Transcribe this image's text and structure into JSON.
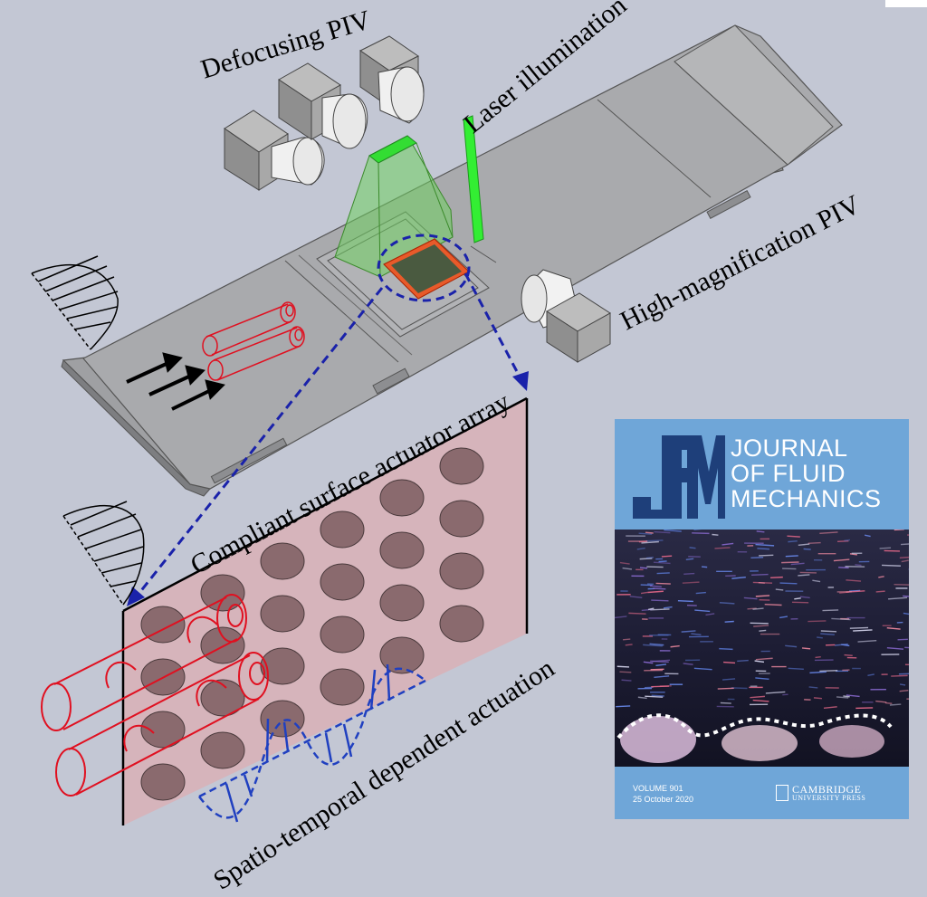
{
  "labels": {
    "defocusing": "Defocusing PIV",
    "laser": "Laser illumination",
    "highmag": "High-magnification PIV",
    "compliant": "Compliant surface actuator array",
    "spatio": "Spatio-temporal dependent actuation"
  },
  "cover": {
    "logo": "JFM",
    "title_line1": "JOURNAL",
    "title_line2": "OF FLUID",
    "title_line3": "MECHANICS",
    "volume": "VOLUME 901",
    "date": "25 October 2020",
    "publisher_line1": "CAMBRIDGE",
    "publisher_line2": "UNIVERSITY PRESS"
  },
  "colors": {
    "background": "#c3c7d4",
    "plate": "#9fa0a3",
    "panel": "#d9b0b6",
    "actuator": "#8a6a6e",
    "vortex": "#e01020",
    "laser": "#22dd22",
    "arrows": "#1a22aa",
    "cover": "#6fa6d8"
  }
}
